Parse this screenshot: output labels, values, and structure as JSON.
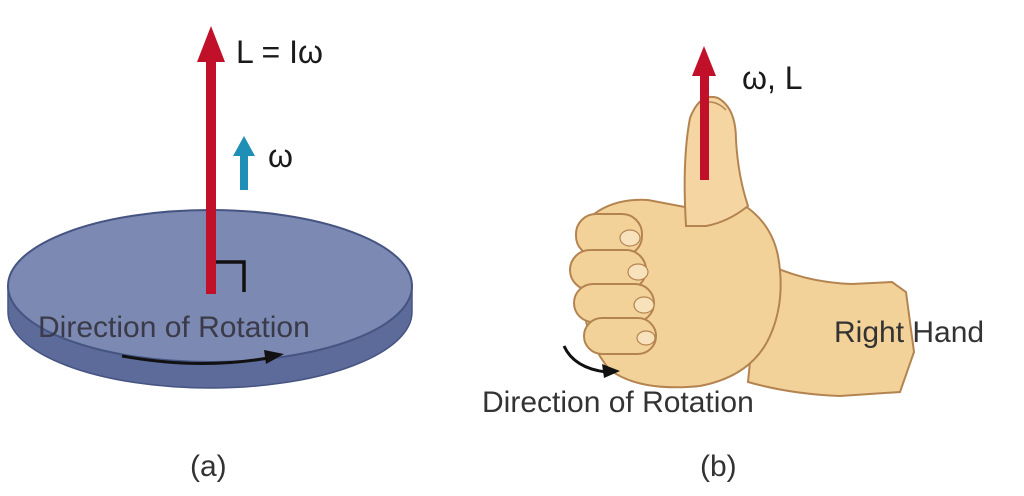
{
  "panel_a": {
    "momentum_label": "L = Iω",
    "omega_label": "ω",
    "rotation_label": "Direction of Rotation",
    "caption": "(a)"
  },
  "panel_b": {
    "vector_label": "ω, L",
    "hand_label": "Right Hand",
    "rotation_label": "Direction of Rotation",
    "caption": "(b)"
  },
  "colors": {
    "momentum_arrow": "#c0102a",
    "omega_arrow": "#1f8fb8",
    "disk_top": "#7c89b3",
    "disk_side": "#5d6b9b",
    "disk_edge": "#465482",
    "skin": "#f3d29a",
    "skin_outline": "#b48450"
  }
}
